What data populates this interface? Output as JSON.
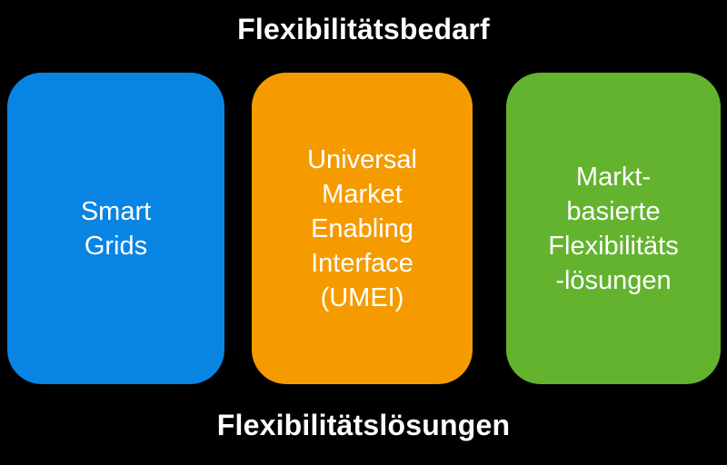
{
  "titles": {
    "top": "Flexibilitätsbedarf",
    "bottom": "Flexibilitätslösungen"
  },
  "boxes": [
    {
      "name": "smart-grids",
      "color": "#0885e2",
      "lines": [
        "Smart",
        "Grids"
      ]
    },
    {
      "name": "umei",
      "color": "#f59b00",
      "lines": [
        "Universal",
        "Market",
        "Enabling",
        "Interface",
        "(UMEI)"
      ]
    },
    {
      "name": "marktbasierte-flexibilitaetsloesungen",
      "color": "#63b32f",
      "lines": [
        "Markt-",
        "basierte",
        "Flexibilitäts",
        "-lösungen"
      ]
    }
  ],
  "colors": {
    "background": "#000000",
    "text": "#ffffff"
  }
}
